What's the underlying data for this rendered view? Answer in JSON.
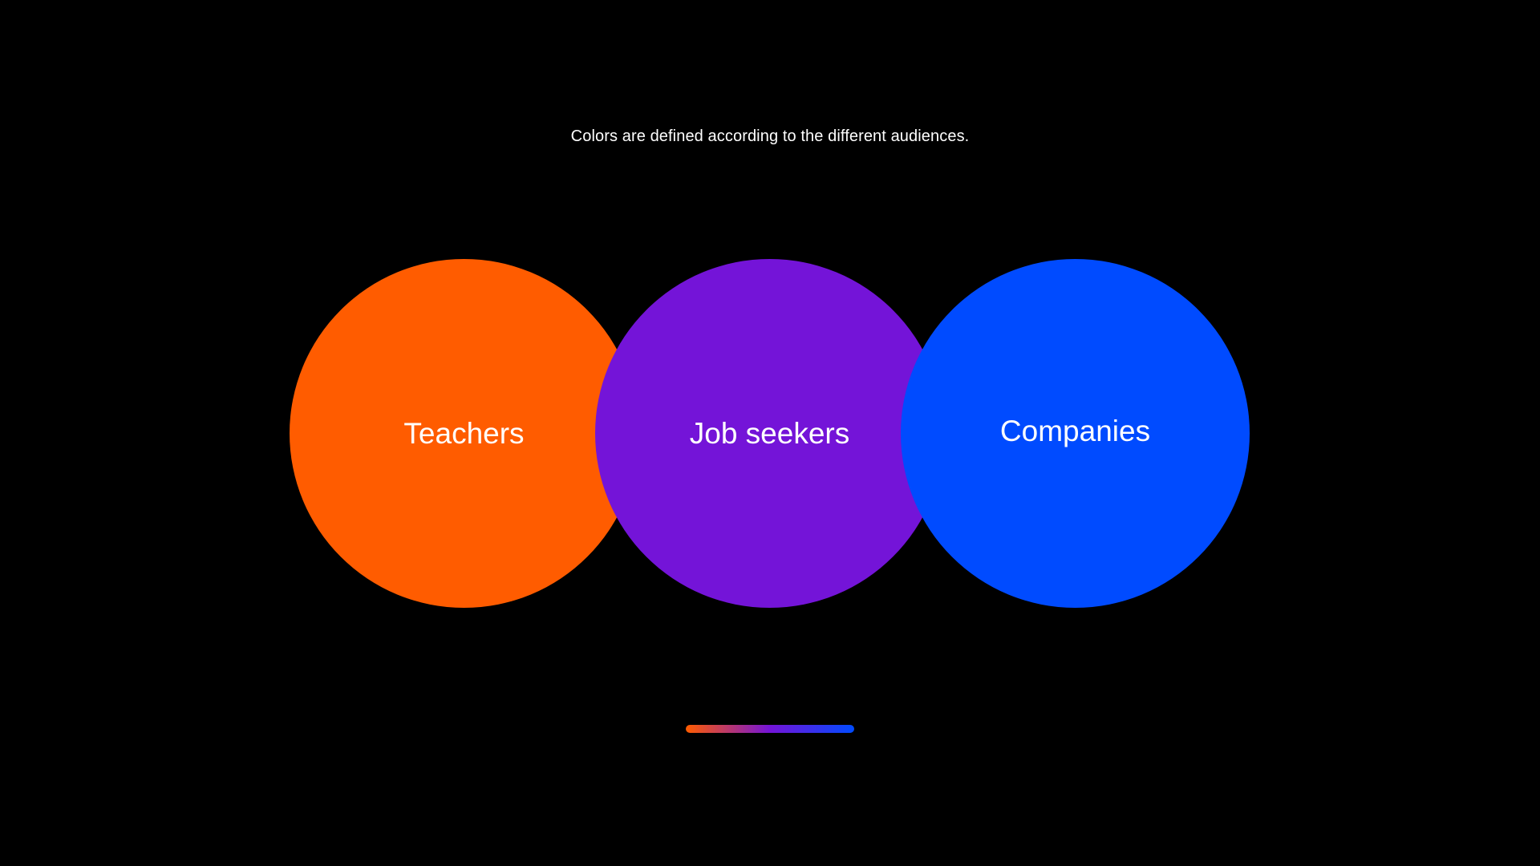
{
  "caption": "Colors are defined according to the different audiences.",
  "background_color": "#000000",
  "audiences": [
    {
      "label": "Teachers",
      "color": "#FF5C00"
    },
    {
      "label": "Job seekers",
      "color": "#7414D8"
    },
    {
      "label": "Companies",
      "color": "#004BFF"
    }
  ],
  "gradient_bar": {
    "colors": [
      "#FF5C00",
      "#7414D8",
      "#004BFF"
    ]
  }
}
